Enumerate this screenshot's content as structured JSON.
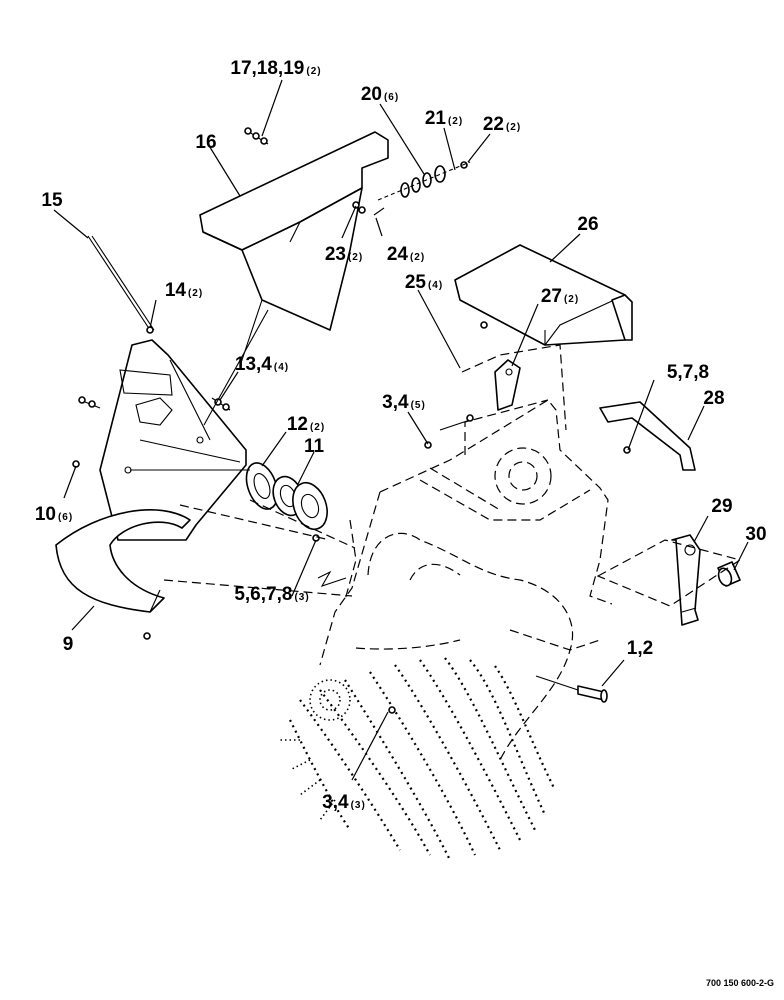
{
  "figure_id": "700 150 600-2-G",
  "callouts": [
    {
      "main": "17,18,19",
      "qty": "(2)"
    },
    {
      "main": "20",
      "qty": "(6)"
    },
    {
      "main": "21",
      "qty": "(2)"
    },
    {
      "main": "22",
      "qty": "(2)"
    },
    {
      "main": "16",
      "qty": ""
    },
    {
      "main": "15",
      "qty": ""
    },
    {
      "main": "23",
      "qty": "(2)"
    },
    {
      "main": "24",
      "qty": "(2)"
    },
    {
      "main": "26",
      "qty": ""
    },
    {
      "main": "25",
      "qty": "(4)"
    },
    {
      "main": "27",
      "qty": "(2)"
    },
    {
      "main": "14",
      "qty": "(2)"
    },
    {
      "main": "13,4",
      "qty": "(4)"
    },
    {
      "main": "5,7,8",
      "qty": ""
    },
    {
      "main": "28",
      "qty": ""
    },
    {
      "main": "3,4",
      "qty": "(5)"
    },
    {
      "main": "12",
      "qty": "(2)"
    },
    {
      "main": "11",
      "qty": ""
    },
    {
      "main": "10",
      "qty": "(6)"
    },
    {
      "main": "29",
      "qty": ""
    },
    {
      "main": "30",
      "qty": ""
    },
    {
      "main": "5,6,7,8",
      "qty": "(3)"
    },
    {
      "main": "9",
      "qty": ""
    },
    {
      "main": "1,2",
      "qty": ""
    },
    {
      "main": "3,4",
      "qty": "(3)"
    }
  ]
}
